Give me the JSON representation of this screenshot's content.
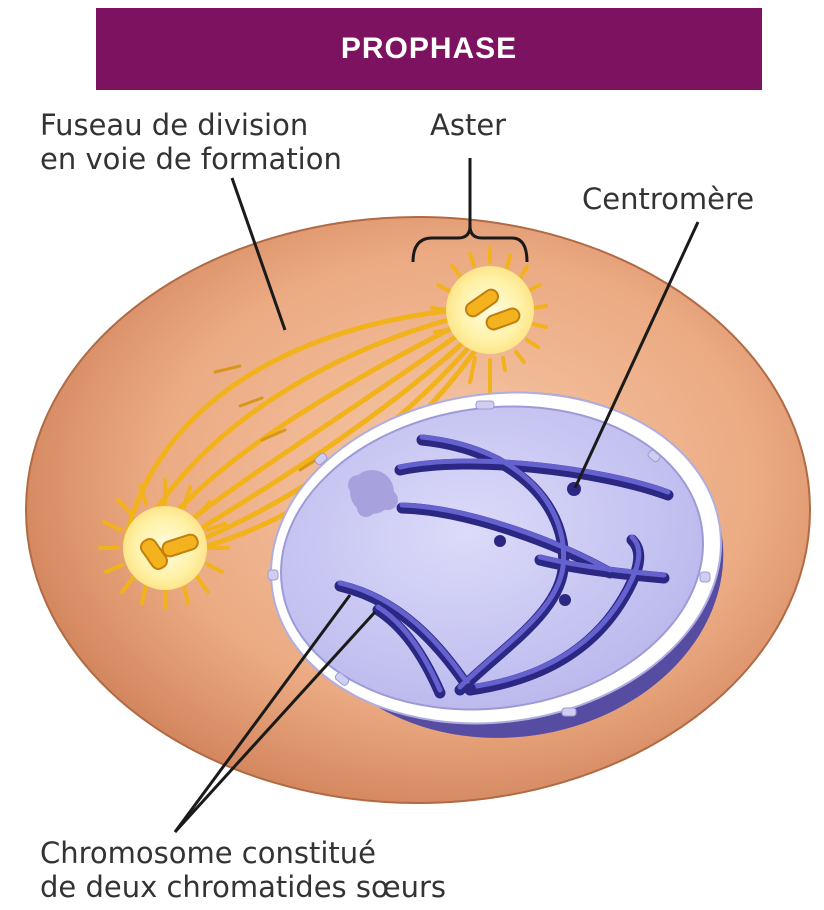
{
  "title": "PROPHASE",
  "labels": {
    "spindle_line1": "Fuseau de division",
    "spindle_line2": "en voie de formation",
    "aster": "Aster",
    "centromere": "Centromère",
    "chromosome_line1": "Chromosome constitué",
    "chromosome_line2": "de deux chromatides sœurs"
  },
  "colors": {
    "title_bg": "#7d1360",
    "cytoplasm": "#e8a47c",
    "nucleus": "#c7c6f0",
    "chromosome": "#4a47b4",
    "spindle": "#f2b21c"
  }
}
